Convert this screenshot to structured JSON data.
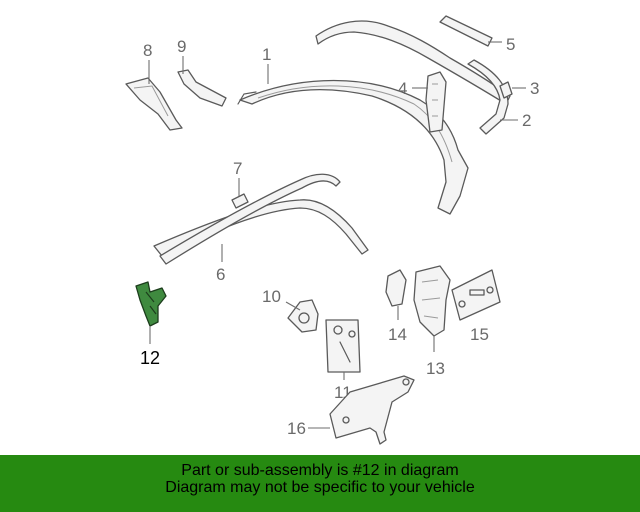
{
  "callouts": {
    "c1": "1",
    "c2": "2",
    "c3": "3",
    "c4": "4",
    "c5": "5",
    "c6": "6",
    "c7": "7",
    "c8": "8",
    "c9": "9",
    "c10": "10",
    "c11": "11",
    "c12": "12",
    "c13": "13",
    "c14": "14",
    "c15": "15",
    "c16": "16"
  },
  "highlighted_part": "12",
  "colors": {
    "banner": "#268a11",
    "highlight": "#3f8a3f"
  },
  "banner": {
    "line1": "Part or sub-assembly is #12 in diagram",
    "line2": "Diagram may not be specific to your vehicle"
  }
}
